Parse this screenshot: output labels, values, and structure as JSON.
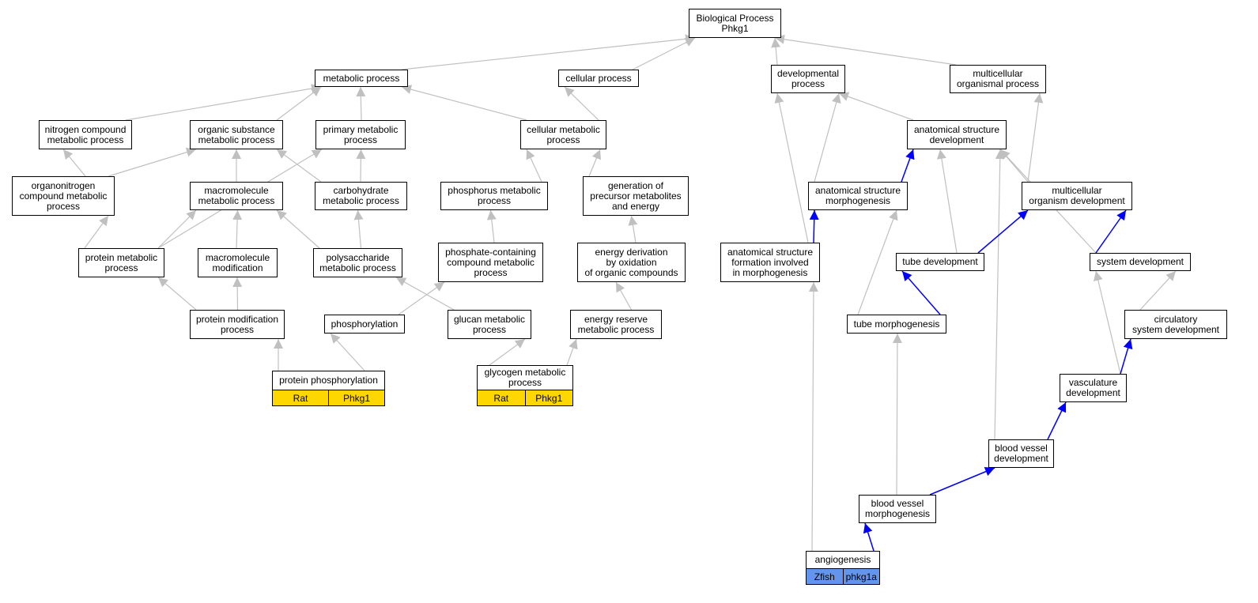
{
  "colors": {
    "edge_default": "#c0c0c0",
    "edge_highlight": "#0000ff",
    "tag_rat": "#ffd700",
    "tag_zfish": "#6495ed"
  },
  "nodes": [
    {
      "id": "bp",
      "label": "Biological Process\nPhkg1"
    },
    {
      "id": "metabolic",
      "label": "metabolic process"
    },
    {
      "id": "cellular",
      "label": "cellular process"
    },
    {
      "id": "devproc",
      "label": "developmental\nprocess"
    },
    {
      "id": "multiproc",
      "label": "multicellular\norganismal process"
    },
    {
      "id": "nitrogen",
      "label": "nitrogen compound\nmetabolic process"
    },
    {
      "id": "organic",
      "label": "organic substance\nmetabolic process"
    },
    {
      "id": "primary",
      "label": "primary metabolic\nprocess"
    },
    {
      "id": "cellmet",
      "label": "cellular metabolic\nprocess"
    },
    {
      "id": "anatdev",
      "label": "anatomical structure\ndevelopment"
    },
    {
      "id": "organonit",
      "label": "organonitrogen\ncompound metabolic\nprocess"
    },
    {
      "id": "macromet",
      "label": "macromolecule\nmetabolic process"
    },
    {
      "id": "carbo",
      "label": "carbohydrate\nmetabolic process"
    },
    {
      "id": "phosmet",
      "label": "phosphorus metabolic\nprocess"
    },
    {
      "id": "precursor",
      "label": "generation of\nprecursor metabolites\nand energy"
    },
    {
      "id": "anatmorph",
      "label": "anatomical structure\nmorphogenesis"
    },
    {
      "id": "multidev",
      "label": "multicellular\norganism development"
    },
    {
      "id": "protmet",
      "label": "protein metabolic\nprocess"
    },
    {
      "id": "macromod",
      "label": "macromolecule\nmodification"
    },
    {
      "id": "polysac",
      "label": "polysaccharide\nmetabolic process"
    },
    {
      "id": "phoscont",
      "label": "phosphate-containing\ncompound metabolic\nprocess"
    },
    {
      "id": "energyox",
      "label": "energy derivation\nby oxidation\nof organic compounds"
    },
    {
      "id": "anatform",
      "label": "anatomical structure\nformation involved\nin morphogenesis"
    },
    {
      "id": "tubedev",
      "label": "tube development"
    },
    {
      "id": "sysdev",
      "label": "system development"
    },
    {
      "id": "protmod",
      "label": "protein modification\nprocess"
    },
    {
      "id": "phosphorylation",
      "label": "phosphorylation"
    },
    {
      "id": "glucan",
      "label": "glucan metabolic\nprocess"
    },
    {
      "id": "energyres",
      "label": "energy reserve\nmetabolic process"
    },
    {
      "id": "tubemorph",
      "label": "tube morphogenesis"
    },
    {
      "id": "circ",
      "label": "circulatory\nsystem development"
    },
    {
      "id": "protphos",
      "label": "protein phosphorylation",
      "tags": [
        "Rat",
        "Phkg1"
      ]
    },
    {
      "id": "glycogen",
      "label": "glycogen metabolic\nprocess",
      "tags": [
        "Rat",
        "Phkg1"
      ]
    },
    {
      "id": "vasc",
      "label": "vasculature\ndevelopment"
    },
    {
      "id": "bvdev",
      "label": "blood vessel\ndevelopment"
    },
    {
      "id": "bvmorph",
      "label": "blood vessel\nmorphogenesis"
    },
    {
      "id": "angio",
      "label": "angiogenesis",
      "tags": [
        "Zfish",
        "phkg1a"
      ]
    }
  ],
  "edges": [
    {
      "from": "metabolic",
      "to": "bp",
      "highlight": false
    },
    {
      "from": "cellular",
      "to": "bp",
      "highlight": false
    },
    {
      "from": "devproc",
      "to": "bp",
      "highlight": false
    },
    {
      "from": "multiproc",
      "to": "bp",
      "highlight": false
    },
    {
      "from": "nitrogen",
      "to": "metabolic",
      "highlight": false
    },
    {
      "from": "organic",
      "to": "metabolic",
      "highlight": false
    },
    {
      "from": "primary",
      "to": "metabolic",
      "highlight": false
    },
    {
      "from": "cellmet",
      "to": "metabolic",
      "highlight": false
    },
    {
      "from": "cellmet",
      "to": "cellular",
      "highlight": false
    },
    {
      "from": "anatdev",
      "to": "devproc",
      "highlight": false
    },
    {
      "from": "anatmorph",
      "to": "devproc",
      "highlight": false
    },
    {
      "from": "anatform",
      "to": "devproc",
      "highlight": false
    },
    {
      "from": "multidev",
      "to": "multiproc",
      "highlight": false
    },
    {
      "from": "organonit",
      "to": "nitrogen",
      "highlight": false
    },
    {
      "from": "organonit",
      "to": "organic",
      "highlight": false
    },
    {
      "from": "macromet",
      "to": "organic",
      "highlight": false
    },
    {
      "from": "carbo",
      "to": "organic",
      "highlight": false
    },
    {
      "from": "carbo",
      "to": "primary",
      "highlight": false
    },
    {
      "from": "protmet",
      "to": "primary",
      "highlight": false
    },
    {
      "from": "phosmet",
      "to": "cellmet",
      "highlight": false
    },
    {
      "from": "precursor",
      "to": "cellmet",
      "highlight": false
    },
    {
      "from": "protmet",
      "to": "organonit",
      "highlight": false
    },
    {
      "from": "protmet",
      "to": "macromet",
      "highlight": false
    },
    {
      "from": "macromod",
      "to": "macromet",
      "highlight": false
    },
    {
      "from": "polysac",
      "to": "macromet",
      "highlight": false
    },
    {
      "from": "polysac",
      "to": "carbo",
      "highlight": false
    },
    {
      "from": "phoscont",
      "to": "phosmet",
      "highlight": false
    },
    {
      "from": "energyox",
      "to": "precursor",
      "highlight": false
    },
    {
      "from": "protmod",
      "to": "protmet",
      "highlight": false
    },
    {
      "from": "protmod",
      "to": "macromod",
      "highlight": false
    },
    {
      "from": "glucan",
      "to": "polysac",
      "highlight": false
    },
    {
      "from": "phosphorylation",
      "to": "phoscont",
      "highlight": false
    },
    {
      "from": "energyres",
      "to": "energyox",
      "highlight": false
    },
    {
      "from": "protphos",
      "to": "protmod",
      "highlight": false
    },
    {
      "from": "protphos",
      "to": "phosphorylation",
      "highlight": false
    },
    {
      "from": "glycogen",
      "to": "glucan",
      "highlight": false
    },
    {
      "from": "glycogen",
      "to": "energyres",
      "highlight": false
    },
    {
      "from": "anatmorph",
      "to": "anatdev",
      "highlight": true
    },
    {
      "from": "tubedev",
      "to": "anatdev",
      "highlight": false
    },
    {
      "from": "bvdev",
      "to": "anatdev",
      "highlight": false
    },
    {
      "from": "multidev",
      "to": "anatdev",
      "highlight": false
    },
    {
      "from": "sysdev",
      "to": "anatdev",
      "highlight": false
    },
    {
      "from": "anatform",
      "to": "anatmorph",
      "highlight": true
    },
    {
      "from": "tubemorph",
      "to": "anatmorph",
      "highlight": false
    },
    {
      "from": "tubedev",
      "to": "multidev",
      "highlight": true
    },
    {
      "from": "sysdev",
      "to": "multidev",
      "highlight": true
    },
    {
      "from": "tubemorph",
      "to": "tubedev",
      "highlight": true
    },
    {
      "from": "vasc",
      "to": "sysdev",
      "highlight": false
    },
    {
      "from": "circ",
      "to": "sysdev",
      "highlight": false
    },
    {
      "from": "vasc",
      "to": "circ",
      "highlight": true
    },
    {
      "from": "bvdev",
      "to": "vasc",
      "highlight": true
    },
    {
      "from": "bvmorph",
      "to": "bvdev",
      "highlight": true
    },
    {
      "from": "bvmorph",
      "to": "tubemorph",
      "highlight": false
    },
    {
      "from": "angio",
      "to": "bvmorph",
      "highlight": true
    },
    {
      "from": "angio",
      "to": "anatform",
      "highlight": false
    }
  ]
}
